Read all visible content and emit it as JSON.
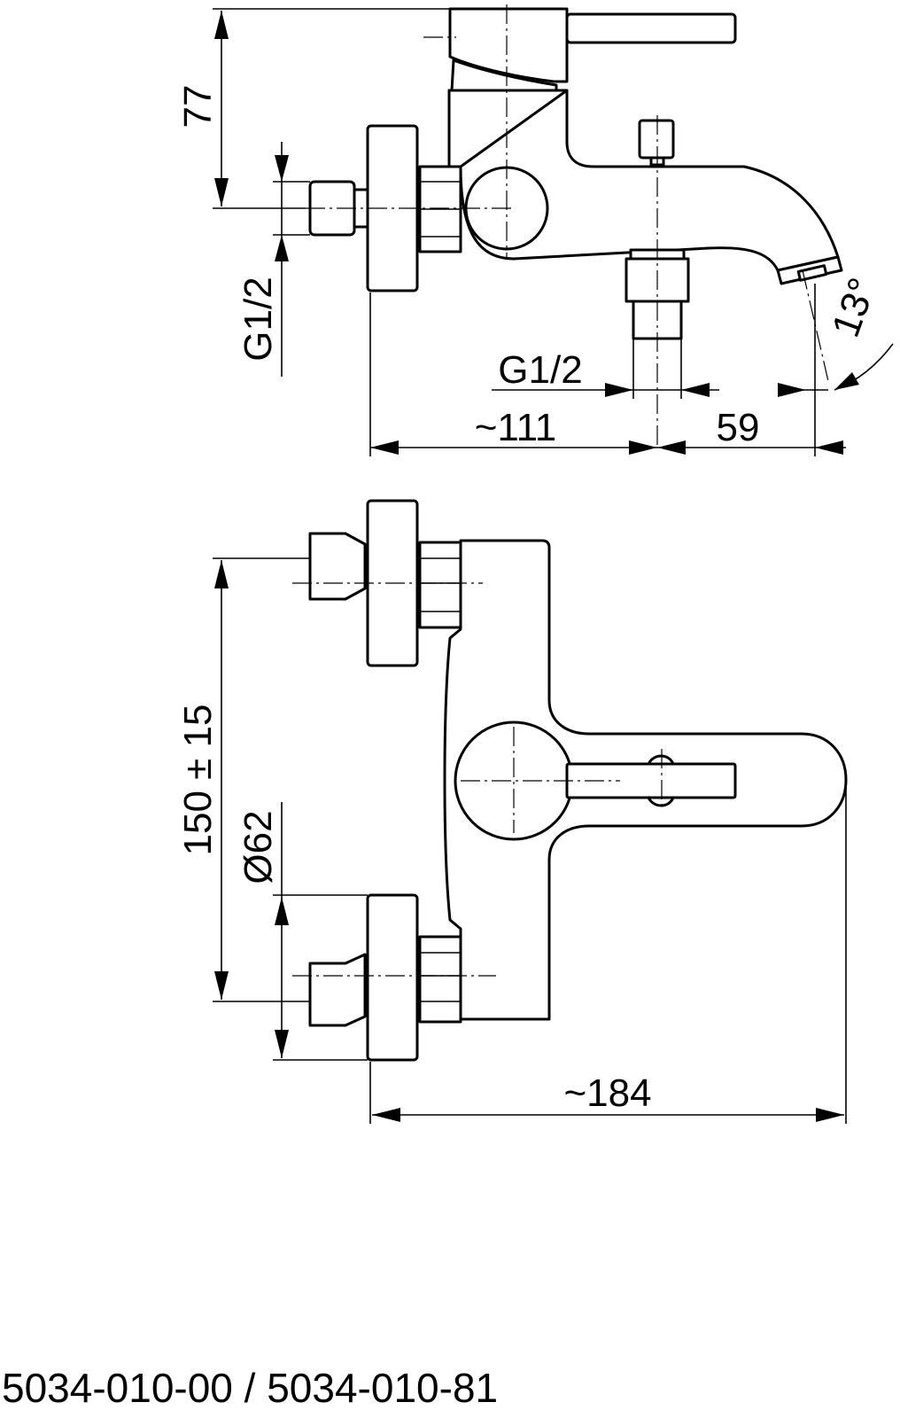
{
  "side_view": {
    "dim_height": "77",
    "dim_thread_inlet": "G1/2",
    "dim_thread_outlet": "G1/2",
    "dim_depth_body": "~111",
    "dim_spout_reach": "59",
    "dim_spout_angle": "13°"
  },
  "front_view": {
    "dim_connection_spacing": "150 ± 15",
    "dim_rosette_diameter": "Ø62",
    "dim_total_width": "~184"
  },
  "product_codes": "5034-010-00 / 5034-010-81"
}
